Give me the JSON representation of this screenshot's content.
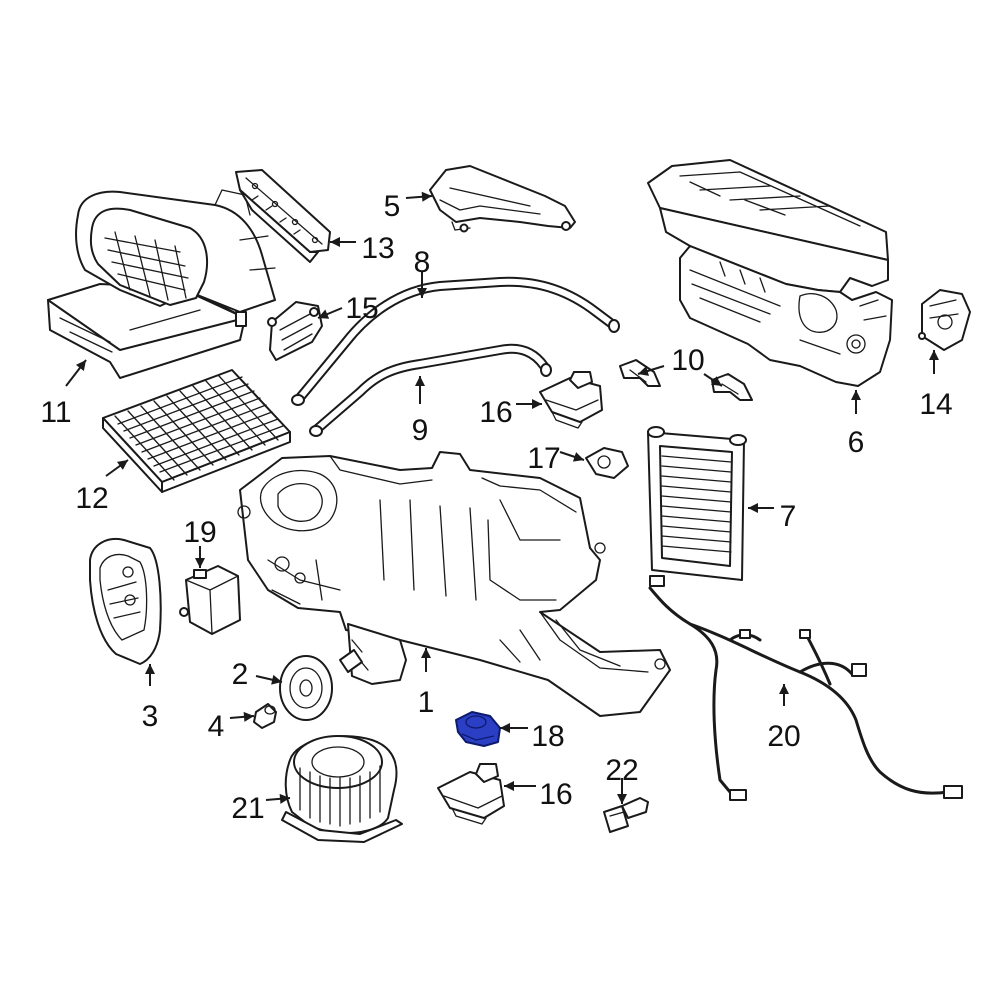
{
  "callouts": [
    {
      "id": "c1",
      "number": "1"
    },
    {
      "id": "c2",
      "number": "2"
    },
    {
      "id": "c3",
      "number": "3"
    },
    {
      "id": "c4",
      "number": "4"
    },
    {
      "id": "c5",
      "number": "5"
    },
    {
      "id": "c6",
      "number": "6"
    },
    {
      "id": "c7",
      "number": "7"
    },
    {
      "id": "c8",
      "number": "8"
    },
    {
      "id": "c9",
      "number": "9"
    },
    {
      "id": "c10",
      "number": "10"
    },
    {
      "id": "c11",
      "number": "11"
    },
    {
      "id": "c12",
      "number": "12"
    },
    {
      "id": "c13",
      "number": "13"
    },
    {
      "id": "c14",
      "number": "14"
    },
    {
      "id": "c15",
      "number": "15"
    },
    {
      "id": "c16a",
      "number": "16"
    },
    {
      "id": "c16b",
      "number": "16"
    },
    {
      "id": "c17",
      "number": "17"
    },
    {
      "id": "c18",
      "number": "18"
    },
    {
      "id": "c19",
      "number": "19"
    },
    {
      "id": "c20",
      "number": "20"
    },
    {
      "id": "c21",
      "number": "21"
    },
    {
      "id": "c22",
      "number": "22"
    }
  ],
  "colors": {
    "line": "#1a1a1a",
    "highlight_fill": "#2b3fc4",
    "highlight_stroke": "#0d1a6e",
    "background": "#ffffff"
  },
  "highlighted_part": "18"
}
